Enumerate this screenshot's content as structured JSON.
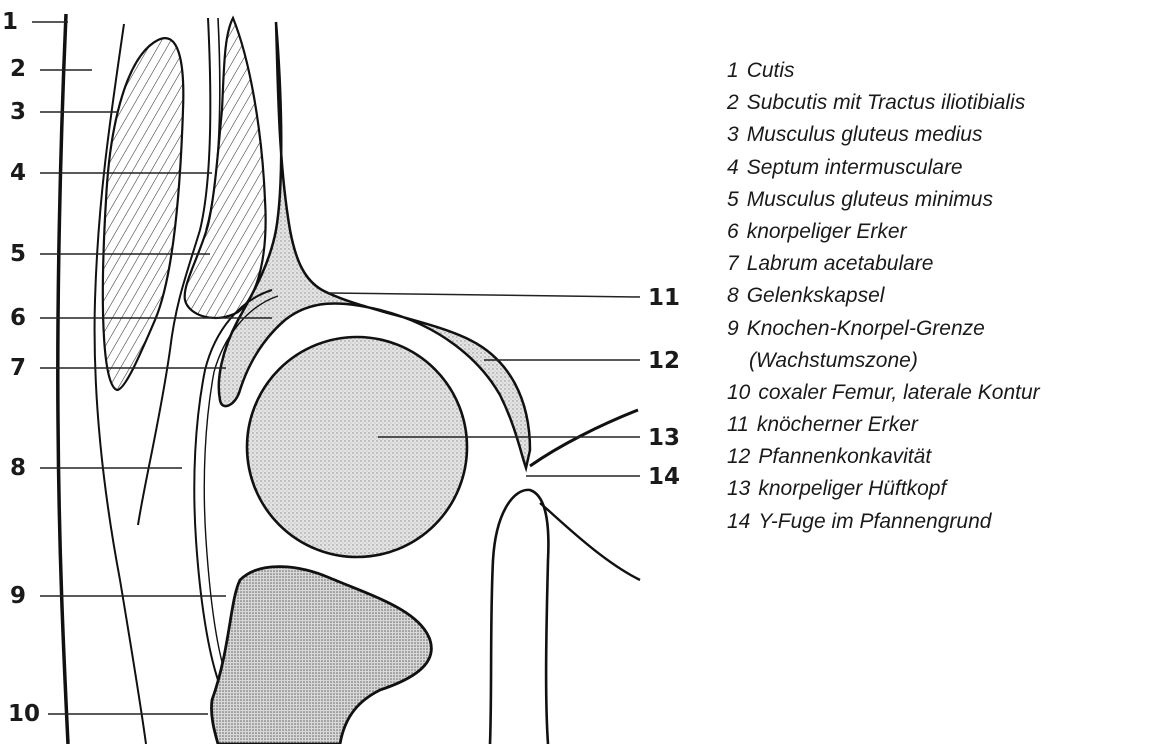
{
  "diagram": {
    "numbers": [
      "1",
      "2",
      "3",
      "4",
      "5",
      "6",
      "7",
      "8",
      "9",
      "10",
      "11",
      "12",
      "13",
      "14"
    ]
  },
  "legend": [
    {
      "num": "1",
      "text": "Cutis"
    },
    {
      "num": "2",
      "text": "Subcutis mit Tractus iliotibialis"
    },
    {
      "num": "3",
      "text": "Musculus gluteus medius"
    },
    {
      "num": "4",
      "text": "Septum intermusculare"
    },
    {
      "num": "5",
      "text": "Musculus gluteus minimus"
    },
    {
      "num": "6",
      "text": "knorpeliger Erker"
    },
    {
      "num": "7",
      "text": "Labrum acetabulare"
    },
    {
      "num": "8",
      "text": "Gelenkskapsel"
    },
    {
      "num": "9",
      "text": "Knochen-Knorpel-Grenze",
      "cont": "(Wachstumszone)"
    },
    {
      "num": "10",
      "text": "coxaler Femur, laterale Kontur"
    },
    {
      "num": "11",
      "text": "knöcherner Erker"
    },
    {
      "num": "12",
      "text": "Pfannenkonkavität"
    },
    {
      "num": "13",
      "text": "knorpeliger Hüftkopf"
    },
    {
      "num": "14",
      "text": "Y-Fuge im Pfannengrund"
    }
  ]
}
